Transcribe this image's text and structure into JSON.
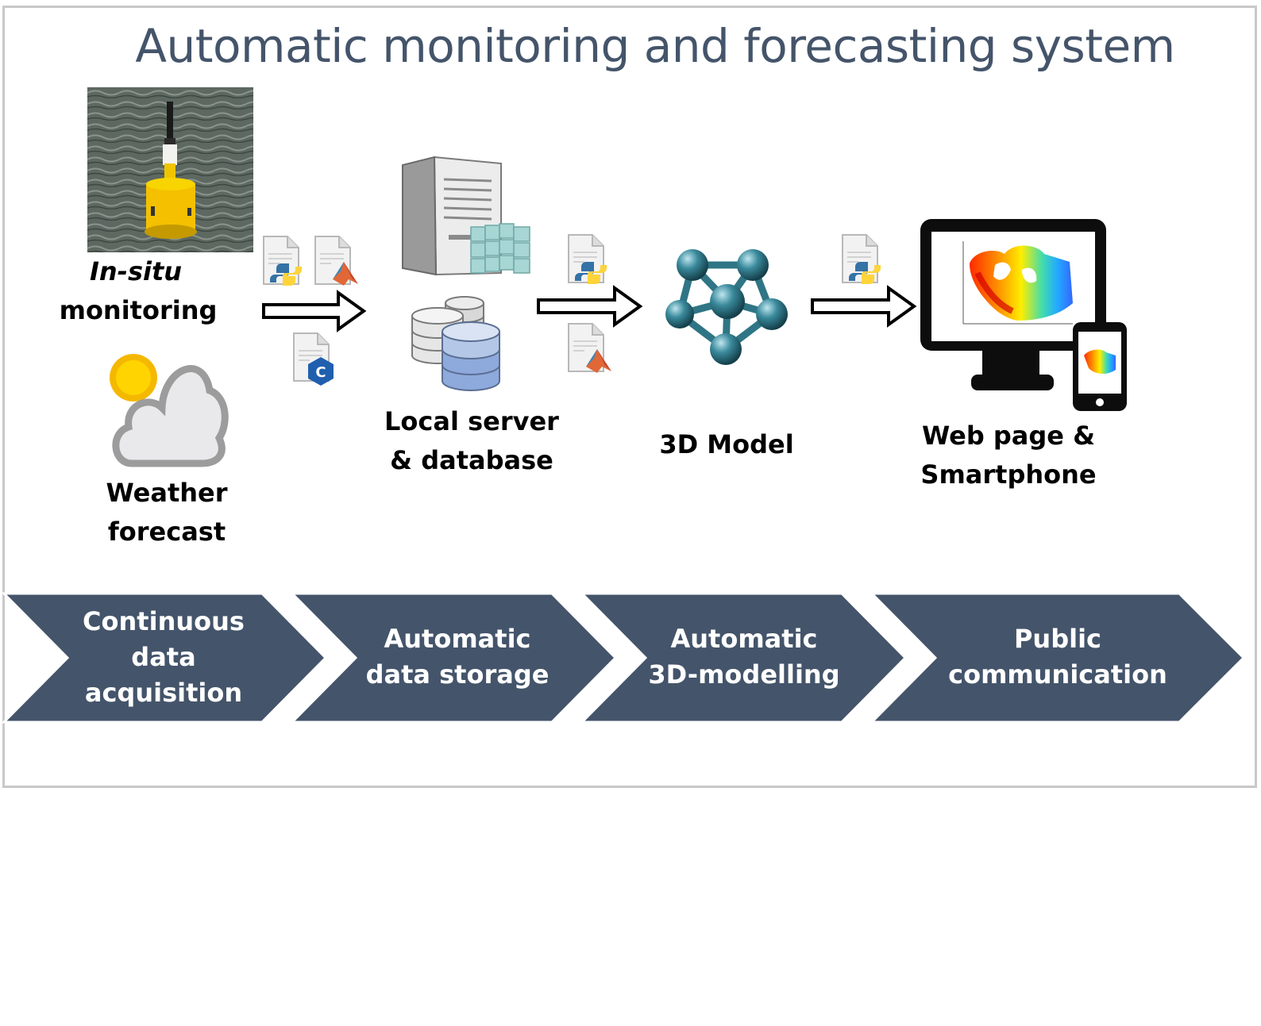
{
  "title": "Automatic monitoring and forecasting system",
  "nodes": {
    "insitu": {
      "line1": "In-situ",
      "line2": "monitoring"
    },
    "weather": {
      "line1": "Weather",
      "line2": "forecast"
    },
    "server": {
      "line1": "Local server",
      "line2": "& database"
    },
    "model": {
      "label": "3D Model"
    },
    "web": {
      "line1": "Web page &",
      "line2": "Smartphone"
    }
  },
  "file_icons": [
    "python-file-icon",
    "matlab-file-icon",
    "cpp-file-icon"
  ],
  "process_steps": [
    {
      "lines": [
        "Continuous",
        "data",
        "acquisition"
      ]
    },
    {
      "lines": [
        "Automatic",
        "data storage"
      ]
    },
    {
      "lines": [
        "Automatic",
        "3D-modelling"
      ]
    },
    {
      "lines": [
        "Public",
        "communication"
      ]
    }
  ],
  "colors": {
    "title": "#44546a",
    "chevron_fill": "#44546a",
    "chevron_text": "#ffffff",
    "model_sphere": "#3a8a9c",
    "db_top": "#b4c7e7",
    "frame_border": "#c8c8c8"
  }
}
